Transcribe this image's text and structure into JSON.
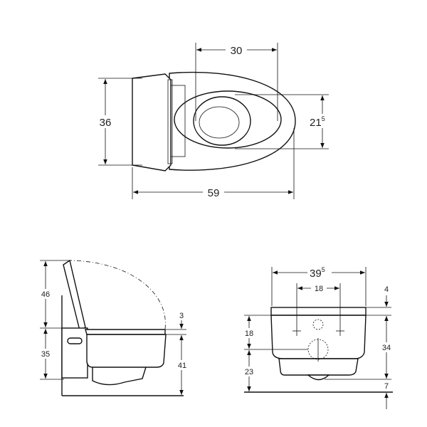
{
  "top_view": {
    "dim_width_inner": "30",
    "dim_depth": "36",
    "dim_opening_main": "21",
    "dim_opening_sup": "5",
    "dim_length": "59"
  },
  "side_view": {
    "dim_lid_height": "46",
    "dim_module_height": "35",
    "dim_seat": "3",
    "dim_seat_height": "41"
  },
  "front_view": {
    "dim_width_main": "39",
    "dim_width_sup": "5",
    "dim_bolt_spacing": "18",
    "dim_top": "4",
    "dim_inlet_height": "18",
    "dim_outlet_height": "23",
    "dim_body_height": "34",
    "dim_floor": "7"
  }
}
